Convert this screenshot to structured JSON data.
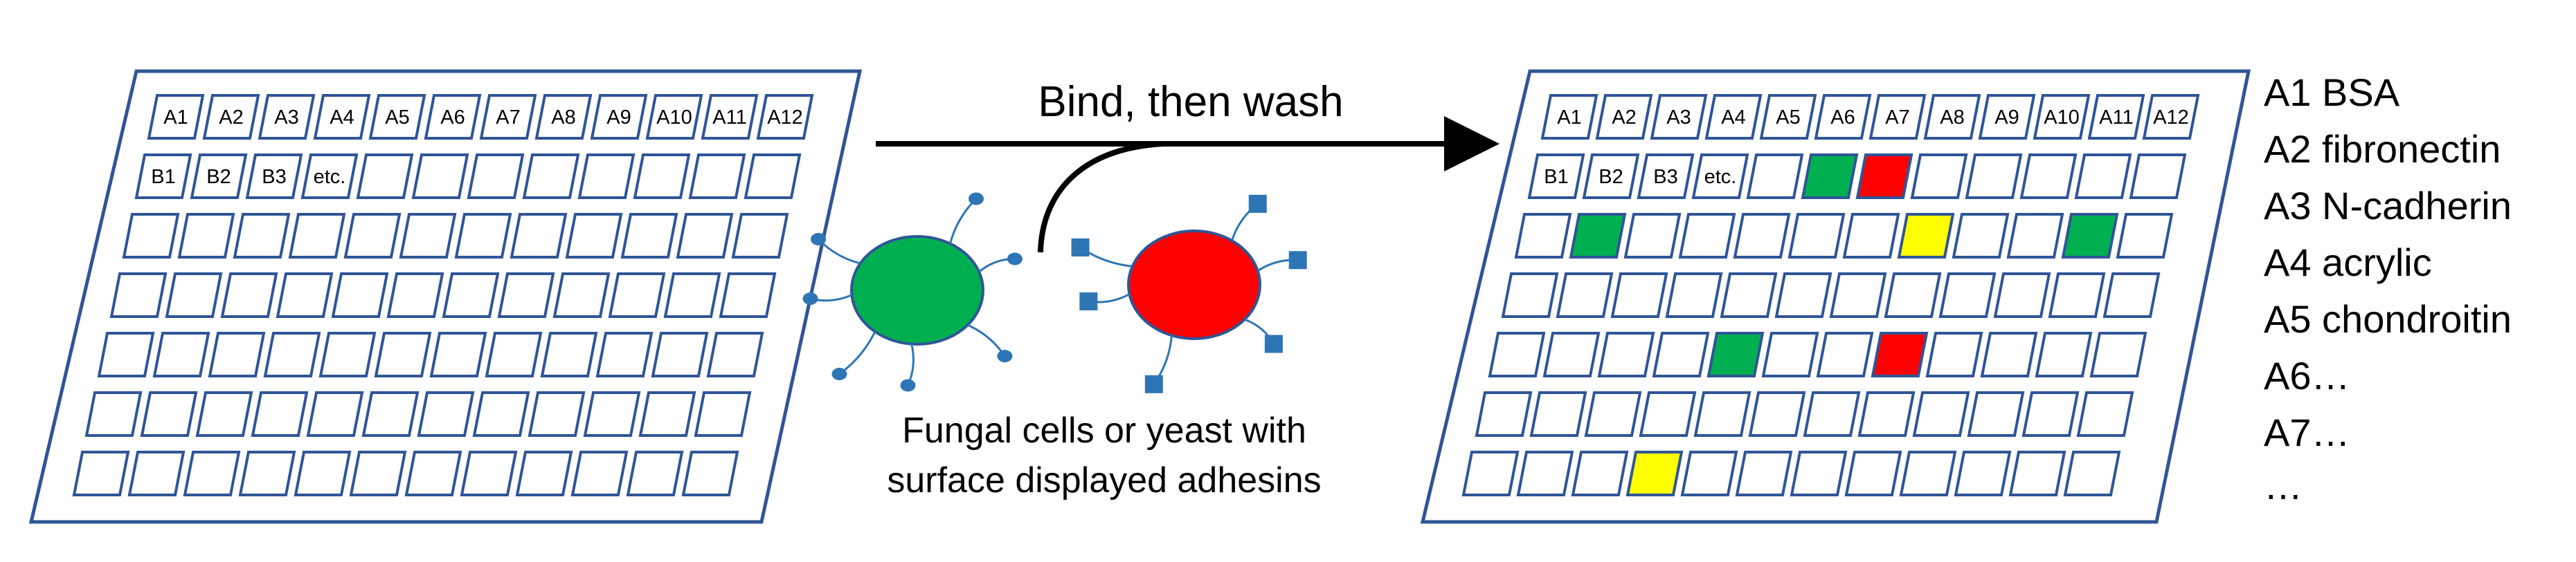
{
  "colors": {
    "outline": "#2F5597",
    "well_green": "#00B050",
    "well_red": "#FF0000",
    "well_yellow": "#FFFF00",
    "cell_green": "#00B050",
    "cell_red": "#FF0000",
    "adhesin": "#2E75B6"
  },
  "plate_left": {
    "row_a_labels": [
      "A1",
      "A2",
      "A3",
      "A4",
      "A5",
      "A6",
      "A7",
      "A8",
      "A9",
      "A10",
      "A11",
      "A12"
    ],
    "row_b_labels": [
      "B1",
      "B2",
      "B3",
      "etc."
    ]
  },
  "plate_right": {
    "row_a_labels": [
      "A1",
      "A2",
      "A3",
      "A4",
      "A5",
      "A6",
      "A7",
      "A8",
      "A9",
      "A10",
      "A11",
      "A12"
    ],
    "row_b_labels": [
      "B1",
      "B2",
      "B3",
      "etc."
    ],
    "colored_wells": [
      {
        "row": 2,
        "col": 6,
        "color": "green"
      },
      {
        "row": 2,
        "col": 7,
        "color": "red"
      },
      {
        "row": 3,
        "col": 2,
        "color": "green"
      },
      {
        "row": 3,
        "col": 8,
        "color": "yellow"
      },
      {
        "row": 3,
        "col": 11,
        "color": "green"
      },
      {
        "row": 5,
        "col": 5,
        "color": "green"
      },
      {
        "row": 5,
        "col": 8,
        "color": "red"
      },
      {
        "row": 7,
        "col": 4,
        "color": "yellow"
      }
    ]
  },
  "arrow": {
    "label": "Bind, then wash"
  },
  "cells_caption": {
    "line1": "Fungal cells or yeast with",
    "line2": "surface displayed adhesins"
  },
  "legend": [
    "A1 BSA",
    "A2 fibronectin",
    "A3 N-cadherin",
    "A4 acrylic",
    "A5 chondroitin",
    "A6…",
    "A7…",
    "…"
  ]
}
